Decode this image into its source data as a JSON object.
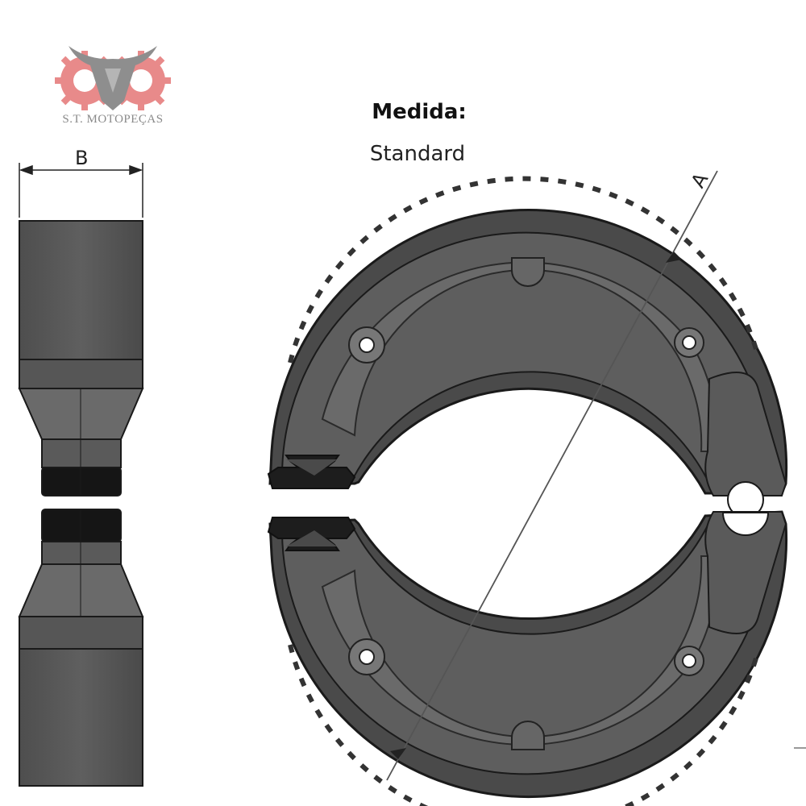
{
  "logo": {
    "text": "S.T. MOTOPEÇAS"
  },
  "heading": "Medida:",
  "size_value": "Standard",
  "dimensions": {
    "width_label": "B",
    "diameter_label": "A"
  },
  "colors": {
    "shoe_body": "#5a5a5a",
    "lining": "#4a4a4a",
    "outline": "#1a1a1a",
    "logo_gear": "#e88a8a",
    "logo_bull": "#8e8e8e"
  }
}
